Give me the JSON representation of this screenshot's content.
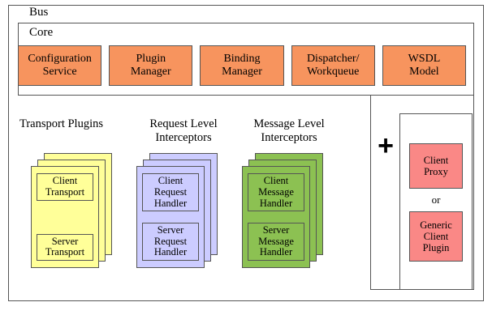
{
  "diagram": {
    "title": "Bus",
    "frames": {
      "bus_label": "Bus",
      "core_label": "Core"
    },
    "core_components": [
      {
        "name": "configuration-service",
        "label": "Configuration\nService"
      },
      {
        "name": "plugin-manager",
        "label": "Plugin\nManager"
      },
      {
        "name": "binding-manager",
        "label": "Binding\nManager"
      },
      {
        "name": "dispatcher-workqueue",
        "label": "Dispatcher/\nWorkqueue"
      },
      {
        "name": "wsdl-model",
        "label": "WSDL\nModel"
      }
    ],
    "groups": [
      {
        "name": "transport-plugins",
        "title": "Transport Plugins",
        "color": "#ffff99",
        "stack_count": 3,
        "items": [
          {
            "label": "Client\nTransport"
          },
          {
            "label": "Server\nTransport"
          }
        ]
      },
      {
        "name": "request-level-interceptors",
        "title": "Request Level\nInterceptors",
        "color": "#ccccff",
        "stack_count": 3,
        "items": [
          {
            "label": "Client\nRequest\nHandler"
          },
          {
            "label": "Server\nRequest\nHandler"
          }
        ]
      },
      {
        "name": "message-level-interceptors",
        "title": "Message Level\nInterceptors",
        "color": "#8cc152",
        "stack_count": 3,
        "items": [
          {
            "label": "Client\nMessage\nHandler"
          },
          {
            "label": "Server\nMessage\nHandler"
          }
        ]
      }
    ],
    "client_section": {
      "operator": "+",
      "client_proxy_label": "Client\nProxy",
      "or_label": "or",
      "generic_client_plugin_label": "Generic\nClient\nPlugin"
    },
    "colors": {
      "core_box_fill": "#f7945e",
      "transport_fill": "#ffff99",
      "request_fill": "#ccccff",
      "message_fill": "#8cc152",
      "client_fill": "#fa8886",
      "stroke": "#555555",
      "background": "#ffffff",
      "text": "#000000"
    }
  }
}
